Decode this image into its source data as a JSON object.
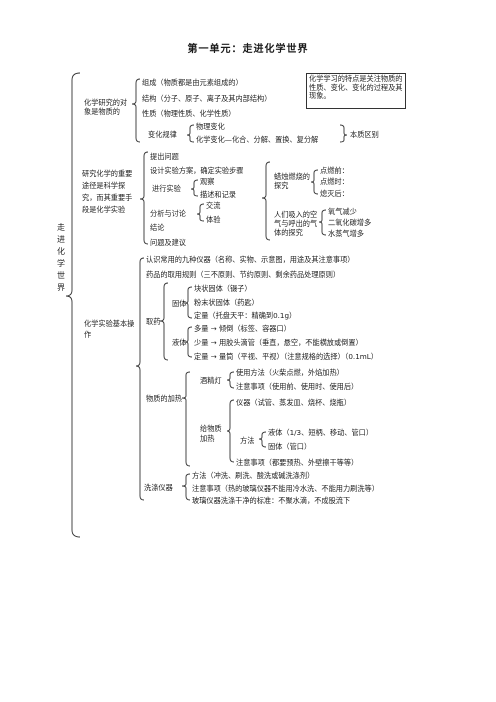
{
  "title": "第一单元：走进化学世界",
  "root": "走进化学世界",
  "s1": {
    "label": "化学研究的对象是物质的",
    "items": [
      "组成（物质都是由元素组成的）",
      "结构（分子、原子、离子及其内部结构）",
      "性质（物理性质、化学性质）"
    ],
    "change_label": "变化规律",
    "change_items": [
      "物理变化",
      "化学变化—化合、分解、置换、复分解"
    ],
    "essential": "本质区别",
    "note": "化学学习的特点是关注物质的性质、变化、变化的过程及其现象。"
  },
  "s2": {
    "label": "研究化学的重要途径是科学探究，而其重要手段是化学实验",
    "steps": [
      "提出问题",
      "设计实验方案，确定实验步骤",
      "进行实验",
      "分析与讨论",
      "结论",
      "问题及建议"
    ],
    "experiment_items": [
      "观察",
      "描述和记录"
    ],
    "discuss_items": [
      "交流",
      "体验"
    ],
    "candle_label": "蜡烛燃烧的探究",
    "candle_items": [
      "点燃前：",
      "点燃时：",
      "熄灭后："
    ],
    "breath_label": "人们吸入的空气与呼出的气体的探究",
    "breath_items": [
      "氧气减少",
      "二氧化碳增多",
      "水蒸气增多"
    ]
  },
  "s3": {
    "label": "化学实验基本操作",
    "top_items": [
      "认识常用的九种仪器（名称、实物、示意图，用途及其注意事项）",
      "药品的取用规则（三不原则、节约原则、剩余药品处理原则）"
    ],
    "take_label": "取药",
    "solid_label": "固体",
    "solid_items": [
      "块状固体（镊子）",
      "粉末状固体（药匙）",
      "定量（托盘天平：精确到0.1g）"
    ],
    "liquid_label": "液体",
    "liquid_items": [
      "多量 → 倾倒（标签、容器口）",
      "少量 → 用胶头滴管（垂直，悬空，不能横放或倒置）",
      "定量 → 量筒（平视、平视）（注意规格的选择）（0.1mL）"
    ],
    "heat_label": "物质的加热",
    "lamp_label": "酒精灯",
    "lamp_items": [
      "使用方法（火柴点燃，外焰加热）",
      "注意事项（使用前、使用时、使用后）"
    ],
    "instr_label": "给物质加热",
    "instr_items": [
      "仪器（试管、蒸发皿、烧杯、烧瓶）"
    ],
    "method_label": "方法",
    "method_items": [
      "液体（1/3、短柄、移动、管口）",
      "固体（管口）"
    ],
    "heat_note": "注意事项（都要预热、外壁擦干等等）",
    "wash_label": "洗涤仪器",
    "wash_items": [
      "方法（冲洗、刷洗、酸洗或碱洗涤剂）",
      "注意事项（热的玻璃仪器不能用冷水洗、不能用力刷洗等）",
      "玻璃仪器洗涤干净的标准：不聚水滴，不成股流下"
    ]
  }
}
